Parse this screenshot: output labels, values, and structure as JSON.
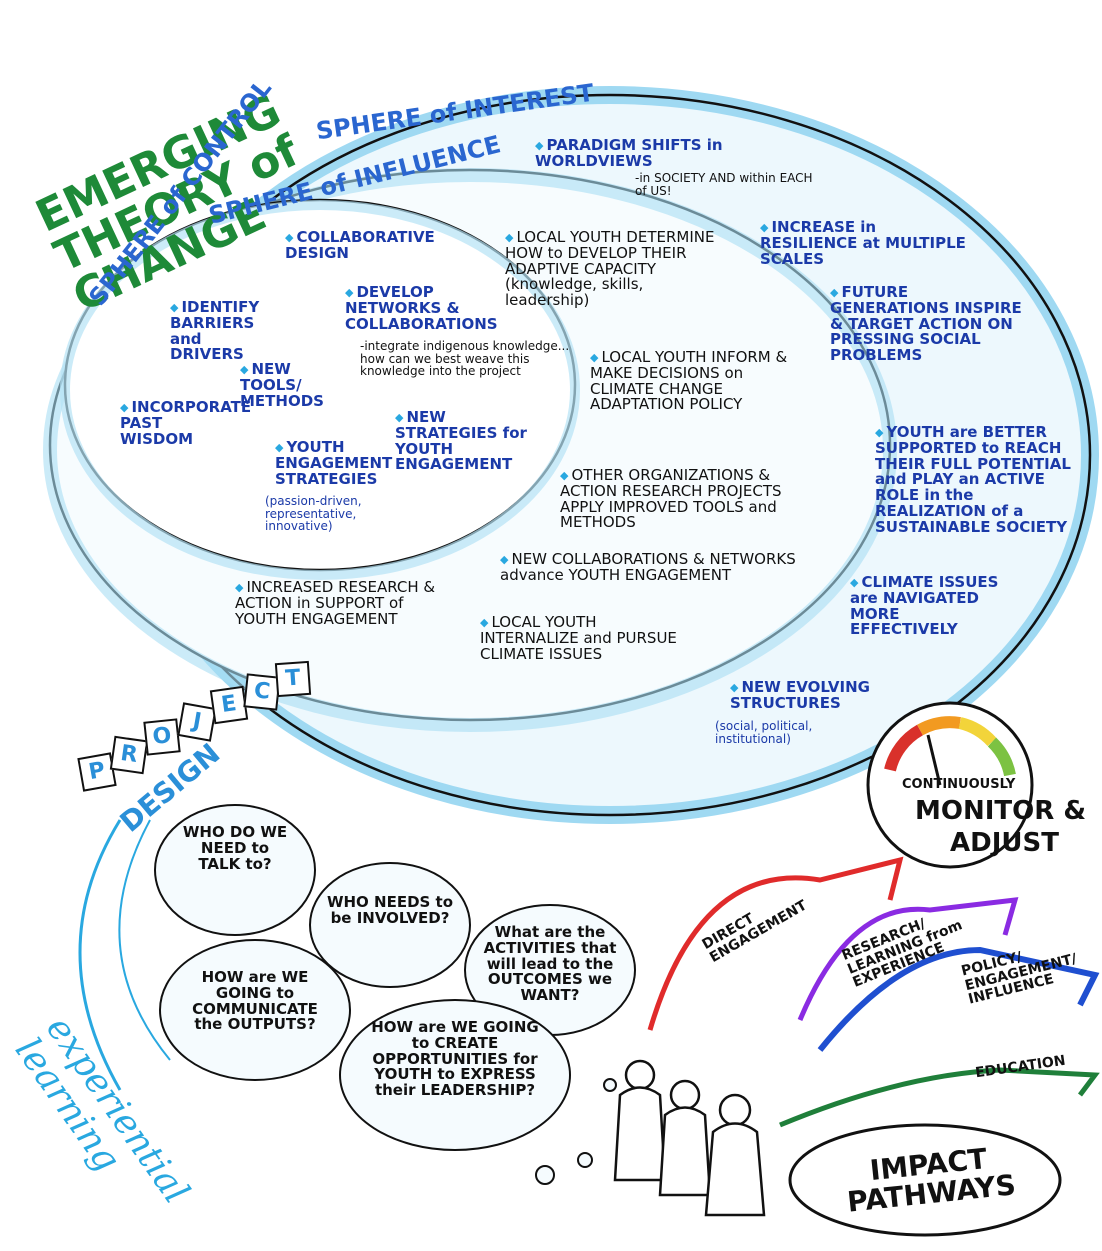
{
  "title": "EMERGING THEORY of CHANGE",
  "spheres": {
    "interest": "SPHERE of INTEREST",
    "influence": "SPHERE of INFLUENCE",
    "control": "SPHERE of CONTROL"
  },
  "control_items": [
    "COLLABORATIVE DESIGN",
    "IDENTIFY BARRIERS and DRIVERS",
    "DEVELOP NETWORKS & COLLABORATIONS",
    "-integrate indigenous knowledge... how can we best weave this knowledge into the project",
    "NEW TOOLS/ METHODS",
    "INCORPORATE PAST WISDOM",
    "NEW STRATEGIES for YOUTH ENGAGEMENT",
    "YOUTH ENGAGEMENT STRATEGIES",
    "(passion-driven, representative, innovative)"
  ],
  "influence_items": [
    "LOCAL YOUTH DETERMINE HOW to DEVELOP THEIR ADAPTIVE CAPACITY (knowledge, skills, leadership)",
    "LOCAL YOUTH INFORM & MAKE DECISIONS on CLIMATE CHANGE ADAPTATION POLICY",
    "OTHER ORGANIZATIONS & ACTION RESEARCH PROJECTS APPLY IMPROVED TOOLS and METHODS",
    "NEW COLLABORATIONS & NETWORKS advance YOUTH ENGAGEMENT",
    "INCREASED RESEARCH & ACTION in SUPPORT of YOUTH ENGAGEMENT",
    "LOCAL YOUTH INTERNALIZE and PURSUE CLIMATE ISSUES"
  ],
  "interest_items": [
    "PARADIGM SHIFTS in WORLDVIEWS",
    "-in SOCIETY AND within EACH of US!",
    "INCREASE in RESILIENCE at MULTIPLE SCALES",
    "FUTURE GENERATIONS INSPIRE & TARGET ACTION ON PRESSING SOCIAL PROBLEMS",
    "YOUTH are BETTER SUPPORTED to REACH THEIR FULL POTENTIAL and PLAY an ACTIVE ROLE in the REALIZATION of a SUSTAINABLE SOCIETY",
    "CLIMATE ISSUES are NAVIGATED MORE EFFECTIVELY",
    "NEW EVOLVING STRUCTURES",
    "(social, political, institutional)"
  ],
  "project_letters": [
    "P",
    "R",
    "O",
    "J",
    "E",
    "C",
    "T"
  ],
  "project_design_word": "DESIGN",
  "experiential": "experiential learning",
  "monitor": {
    "line1": "CONTINUOUSLY",
    "line2": "MONITOR &",
    "line3": "ADJUST"
  },
  "clouds": [
    "WHO DO WE NEED to TALK to?",
    "WHO NEEDS to be INVOLVED?",
    "What are the ACTIVITIES that will lead to the OUTCOMES we WANT?",
    "HOW are WE GOING to COMMUNICATE the OUTPUTS?",
    "HOW are WE GOING to CREATE OPPORTUNITIES for YOUTH to EXPRESS their LEADERSHIP?"
  ],
  "pathways": [
    {
      "label": "DIRECT ENGAGEMENT",
      "color": "#e02b2b"
    },
    {
      "label": "RESEARCH/ LEARNING from EXPERIENCE",
      "color": "#8a2be2"
    },
    {
      "label": "POLICY/ ENGAGEMENT/ INFLUENCE",
      "color": "#1f4fd0"
    },
    {
      "label": "EDUCATION",
      "color": "#1f7f3a"
    }
  ],
  "impact": "IMPACT PATHWAYS",
  "colors": {
    "title_green": "#1e8a38",
    "sphere_blue": "#2a66d0",
    "text_navy": "#1b3aa8",
    "wash_blue": "#9fd8f2"
  }
}
